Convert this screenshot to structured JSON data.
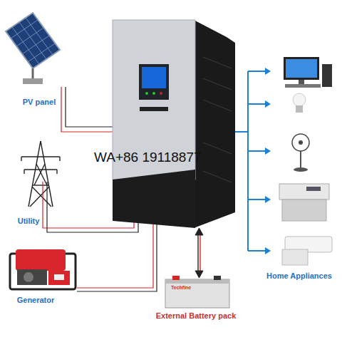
{
  "diagram": {
    "nodes": [
      {
        "text": [
          "PV panel"
        ]
      },
      {
        "text": [
          "Utility"
        ]
      },
      {
        "text": [
          "Generator"
        ]
      },
      {
        "text": [
          "External Battery pack"
        ]
      },
      {
        "text": [
          "Home Appliances"
        ]
      }
    ],
    "labels": [
      "WA+86 19118877",
      "Techfine"
    ]
  }
}
